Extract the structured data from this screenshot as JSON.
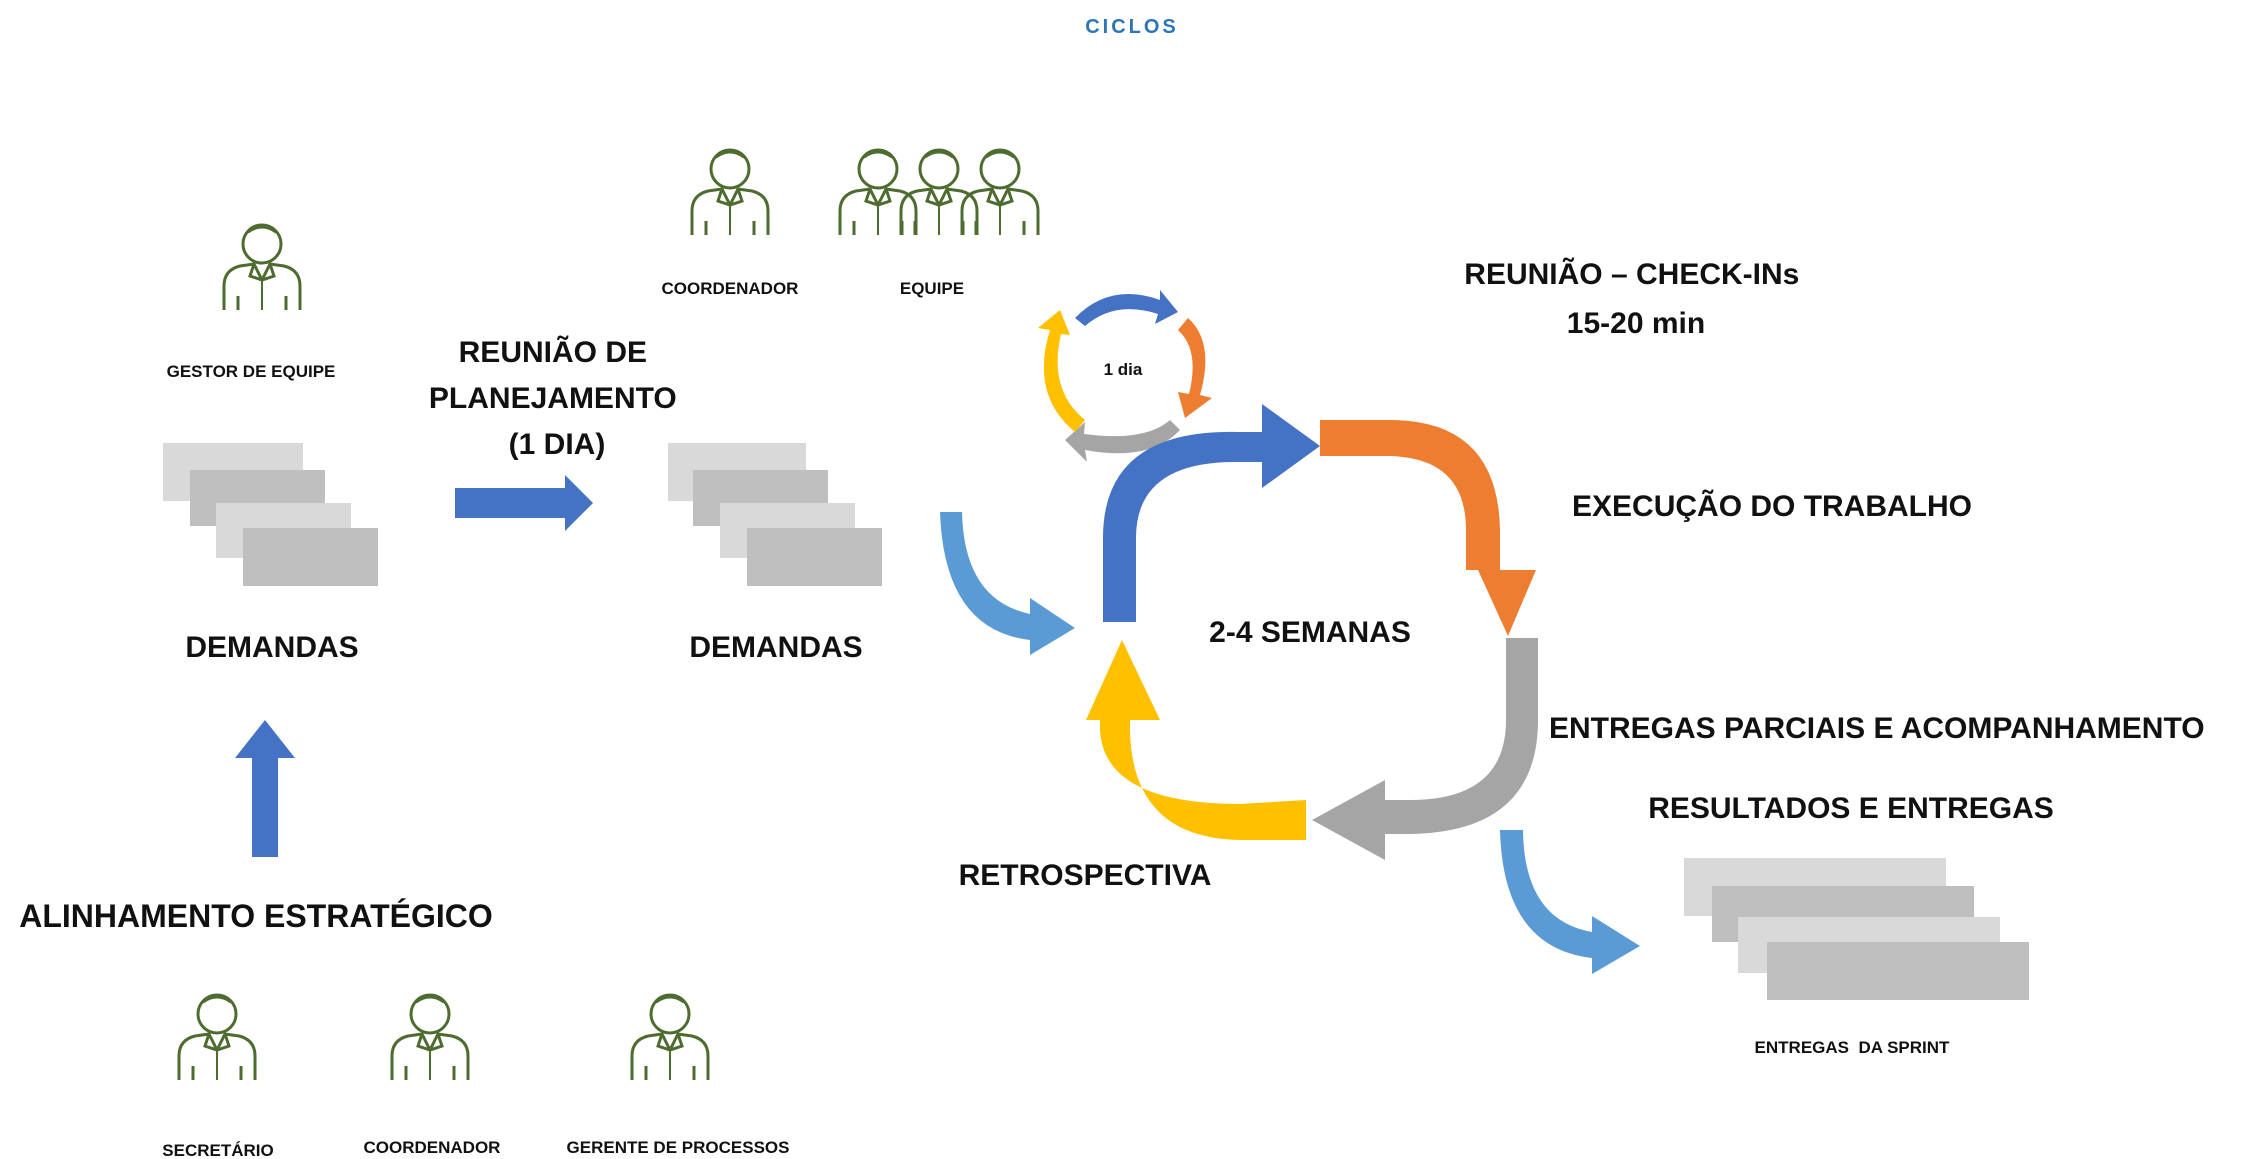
{
  "title": "CICLOS",
  "colors": {
    "blue_dark": "#4472C4",
    "blue_light": "#5B9BD5",
    "orange": "#ED7D31",
    "gray": "#A5A5A5",
    "yellow": "#FFC000",
    "person": "#4E6B30",
    "card_light": "#D9D9D9",
    "card_dark": "#BFBFBF"
  },
  "people": {
    "gestor": "GESTOR DE EQUIPE",
    "coordenador_top": "COORDENADOR",
    "equipe": "EQUIPE",
    "secretario": "SECRETÁRIO",
    "coordenador_bottom": "COORDENADOR",
    "gerente": "GERENTE DE PROCESSOS"
  },
  "labels": {
    "reuniao_planejamento": [
      "REUNIÃO DE",
      "PLANEJAMENTO",
      "(1 DIA)"
    ],
    "demandas_left": "DEMANDAS",
    "demandas_mid": "DEMANDAS",
    "alinhamento": "ALINHAMENTO ESTRATÉGICO",
    "daily": "1 dia",
    "checkins": [
      "REUNIÃO – CHECK-INs",
      "15-20 min"
    ],
    "execucao": "EXECUÇÃO DO TRABALHO",
    "semanas": "2-4 SEMANAS",
    "entregas_parciais": "ENTREGAS PARCIAIS E ACOMPANHAMENTO",
    "resultados": "RESULTADOS E ENTREGAS",
    "retrospectiva": "RETROSPECTIVA",
    "entregas_sprint": "ENTREGAS  DA SPRINT"
  }
}
